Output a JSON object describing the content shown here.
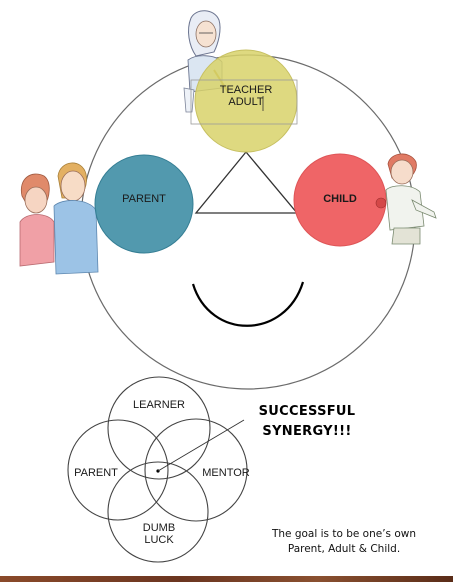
{
  "top_diagram": {
    "teacher_line1": "TEACHER",
    "teacher_line2": "ADULT",
    "parent": "PARENT",
    "child": "CHILD",
    "colors": {
      "teacher": "#d8d26a",
      "parent": "#3f8ea5",
      "child": "#ef6567",
      "outline": "#555555"
    }
  },
  "venn": {
    "top": "LEARNER",
    "left": "PARENT",
    "right": "MENTOR",
    "bottom_line1": "DUMB",
    "bottom_line2": "LUCK"
  },
  "callout": {
    "line1": "SUCCESSFUL",
    "line2": "SYNERGY!!!"
  },
  "caption": {
    "line1": "The goal is to be one’s own",
    "line2": "Parent, Adult & Child."
  },
  "icons": {
    "teacher_figure": "teacher-sketch-icon",
    "parent_figures": "parents-sketch-icon",
    "child_figure": "child-sketch-icon"
  }
}
